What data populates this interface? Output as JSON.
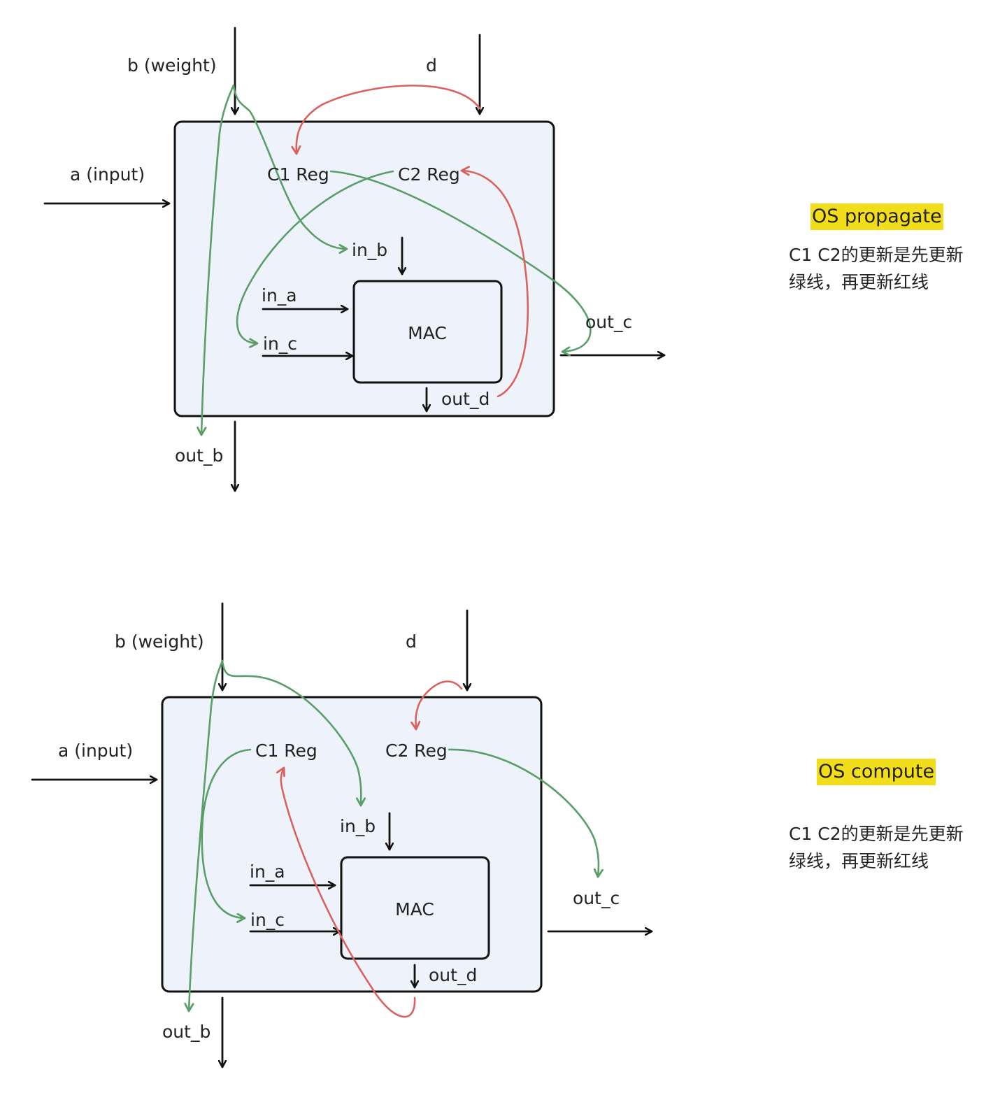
{
  "colors": {
    "box_fill": "#eef3fb",
    "stroke": "#111111",
    "green": "#5a9e68",
    "red": "#d9625e",
    "highlight": "#f2dd1a"
  },
  "panels": [
    {
      "labels": {
        "b_weight": "b (weight)",
        "d": "d",
        "a_input": "a (input)",
        "c1_reg": "C1 Reg",
        "c2_reg": "C2 Reg",
        "in_b": "in_b",
        "in_a": "in_a",
        "in_c": "in_c",
        "mac": "MAC",
        "out_d": "out_d",
        "out_c": "out_c",
        "out_b": "out_b"
      },
      "mode_tag": "OS propagate",
      "note_line1": "C1 C2的更新是先更新",
      "note_line2": "绿线，再更新红线"
    },
    {
      "labels": {
        "b_weight": "b (weight)",
        "d": "d",
        "a_input": "a (input)",
        "c1_reg": "C1 Reg",
        "c2_reg": "C2 Reg",
        "in_b": "in_b",
        "in_a": "in_a",
        "in_c": "in_c",
        "mac": "MAC",
        "out_d": "out_d",
        "out_c": "out_c",
        "out_b": "out_b"
      },
      "mode_tag": "OS compute",
      "note_line1": "C1 C2的更新是先更新",
      "note_line2": "绿线，再更新红线"
    }
  ]
}
